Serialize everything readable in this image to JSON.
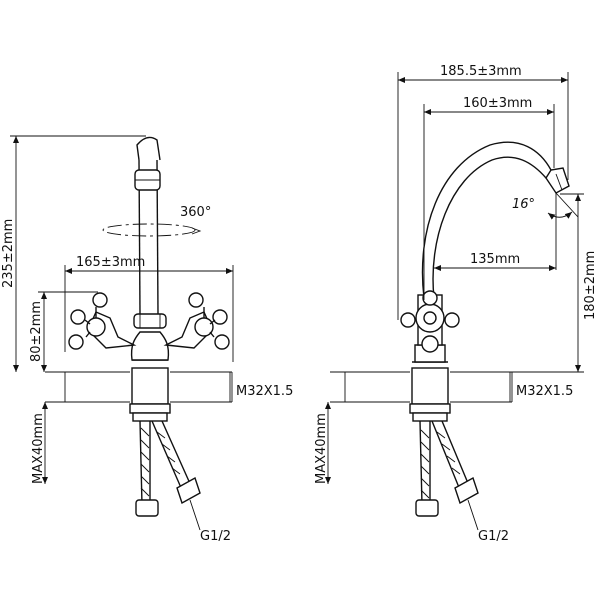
{
  "front_view": {
    "height_label": "235±2mm",
    "width_label": "165±3mm",
    "base_height_label": "80±2mm",
    "rotation_label": "360°",
    "thread_label": "M32X1.5",
    "max_depth_label": "MAX40mm",
    "hose_label": "G1/2"
  },
  "side_view": {
    "outer_reach_label": "185.5±3mm",
    "inner_reach_label": "160±3mm",
    "spout_angle_label": "16°",
    "spout_reach_label": "135mm",
    "spout_height_label": "180±2mm",
    "thread_label": "M32X1.5",
    "max_depth_label": "MAX40mm",
    "hose_label": "G1/2"
  },
  "colors": {
    "line": "#111111",
    "background": "#ffffff"
  }
}
